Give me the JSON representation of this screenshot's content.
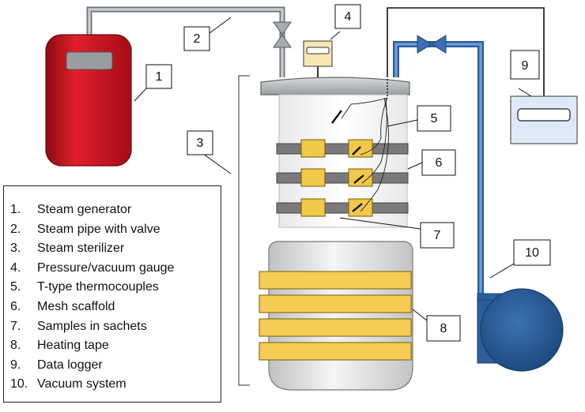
{
  "callouts": [
    "1",
    "2",
    "3",
    "4",
    "5",
    "6",
    "7",
    "8",
    "9",
    "10"
  ],
  "legend": [
    {
      "num": "1.",
      "text": "Steam generator"
    },
    {
      "num": "2.",
      "text": "Steam pipe with valve"
    },
    {
      "num": "3.",
      "text": "Steam sterilizer"
    },
    {
      "num": "4.",
      "text": "Pressure/vacuum gauge"
    },
    {
      "num": "5.",
      "text": "T-type thermocouples"
    },
    {
      "num": "6.",
      "text": "Mesh scaffold"
    },
    {
      "num": "7.",
      "text": "Samples in sachets"
    },
    {
      "num": "8.",
      "text": "Heating tape"
    },
    {
      "num": "9.",
      "text": "Data logger"
    },
    {
      "num": "10.",
      "text": "Vacuum system"
    }
  ],
  "colors": {
    "generator": "#c8101c",
    "pipe_gray": "#9ea3a8",
    "pipe_blue": "#3a6fb8",
    "pump": "#2c5e9e",
    "gold": "#f0c84a",
    "shelf": "#7a7a7a",
    "data_logger": "#dde9f6"
  }
}
